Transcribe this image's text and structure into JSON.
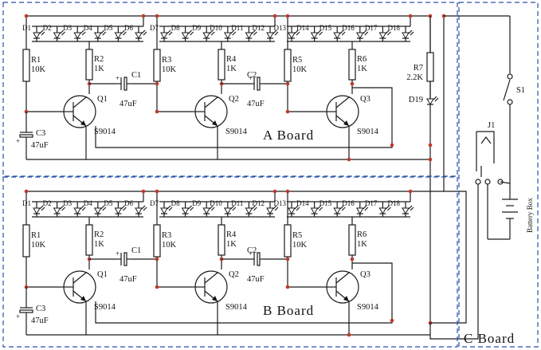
{
  "boards": [
    {
      "id": "a",
      "label": "A Board",
      "led_labels": [
        "D1",
        "D2",
        "D3",
        "D4",
        "D5",
        "D6",
        "D7",
        "D8",
        "D9",
        "D10",
        "D11",
        "D12",
        "D13",
        "D14",
        "D15",
        "D16",
        "D17",
        "D18"
      ],
      "resistors": [
        {
          "ref": "R1",
          "value": "10K"
        },
        {
          "ref": "R2",
          "value": "1K"
        },
        {
          "ref": "R3",
          "value": "10K"
        },
        {
          "ref": "R4",
          "value": "1K"
        },
        {
          "ref": "R5",
          "value": "10K"
        },
        {
          "ref": "R6",
          "value": "1K"
        }
      ],
      "caps": [
        {
          "ref": "C1",
          "value": "47uF"
        },
        {
          "ref": "C2",
          "value": "47uF"
        },
        {
          "ref": "C3",
          "value": "47uF"
        }
      ],
      "transistors": [
        {
          "ref": "Q1",
          "part": "S9014"
        },
        {
          "ref": "Q2",
          "part": "S9014"
        },
        {
          "ref": "Q3",
          "part": "S9014"
        }
      ]
    },
    {
      "id": "b",
      "label": "B Board",
      "led_labels": [
        "D1",
        "D2",
        "D3",
        "D4",
        "D5",
        "D6",
        "D7",
        "D8",
        "D9",
        "D10",
        "D11",
        "D12",
        "D13",
        "D14",
        "D15",
        "D16",
        "D17",
        "D18"
      ],
      "resistors": [
        {
          "ref": "R1",
          "value": "10K"
        },
        {
          "ref": "R2",
          "value": "1K"
        },
        {
          "ref": "R3",
          "value": "10K"
        },
        {
          "ref": "R4",
          "value": "1K"
        },
        {
          "ref": "R5",
          "value": "10K"
        },
        {
          "ref": "R6",
          "value": "1K"
        }
      ],
      "caps": [
        {
          "ref": "C1",
          "value": "47uF"
        },
        {
          "ref": "C2",
          "value": "47uF"
        },
        {
          "ref": "C3",
          "value": "47uF"
        }
      ],
      "transistors": [
        {
          "ref": "Q1",
          "part": "S9014"
        },
        {
          "ref": "Q2",
          "part": "S9014"
        },
        {
          "ref": "Q3",
          "part": "S9014"
        }
      ]
    }
  ],
  "indicator": {
    "resistor_ref": "R7",
    "resistor_value": "2.2K",
    "led_ref": "D19"
  },
  "c_board": {
    "label": "C Board",
    "switch_ref": "S1",
    "jack_ref": "J1",
    "battery_label": "Battery Box"
  },
  "colors": {
    "wire": "#1a1a1a",
    "board_outline": "#2a4fa8",
    "junction": "#c0392b"
  }
}
